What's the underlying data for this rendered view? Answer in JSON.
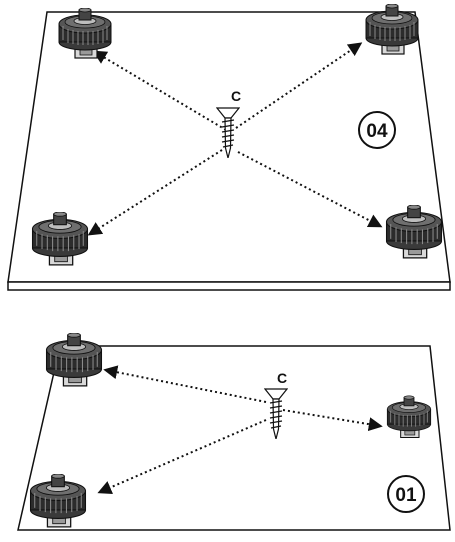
{
  "diagrams": [
    {
      "step_label": "04",
      "screw_label": "C",
      "caster_count": 4
    },
    {
      "step_label": "01",
      "screw_label": "C",
      "caster_count": 3
    }
  ],
  "colors": {
    "line": "#111111",
    "caster_dark": "#2c2c2c",
    "caster_mid": "#7a7a7a",
    "caster_light": "#bdbdbd",
    "board_fill": "#ffffff"
  },
  "icons": [
    "caster-wheel-icon",
    "screw-icon",
    "dotted-arrow-icon"
  ]
}
